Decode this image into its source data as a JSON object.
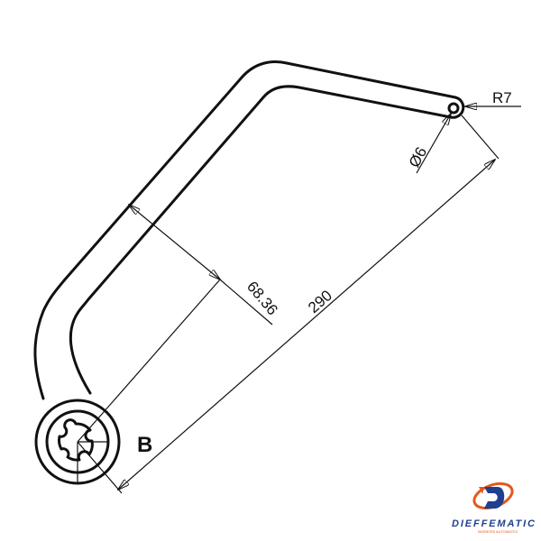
{
  "drawing": {
    "dimensions": {
      "length": "290",
      "offset": "68.36",
      "end_radius": "R7",
      "hole_diameter": "Ø6"
    },
    "section_label": "B"
  },
  "logo": {
    "brand": "DIEFFEMATIC",
    "tagline": "INGRESSI AUTOMATICI",
    "colors": {
      "blue": "#1f3f8f",
      "orange": "#e2581f"
    }
  }
}
